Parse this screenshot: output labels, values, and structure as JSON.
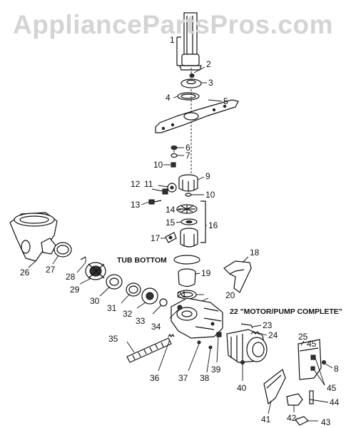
{
  "watermark": "AppliancePartsPros.com",
  "captions": {
    "tub_bottom": "TUB BOTTOM",
    "motor_pump": "22 \"MOTOR/PUMP COMPLETE\""
  },
  "callouts": [
    "1",
    "2",
    "3",
    "4",
    "5",
    "6",
    "7",
    "8",
    "9",
    "10",
    "10",
    "11",
    "12",
    "13",
    "14",
    "15",
    "16",
    "17",
    "18",
    "19",
    "20",
    "21",
    "23",
    "24",
    "25",
    "26",
    "27",
    "28",
    "29",
    "30",
    "31",
    "32",
    "33",
    "34",
    "35",
    "36",
    "37",
    "38",
    "39",
    "40",
    "41",
    "42",
    "43",
    "44",
    "45",
    "45"
  ]
}
